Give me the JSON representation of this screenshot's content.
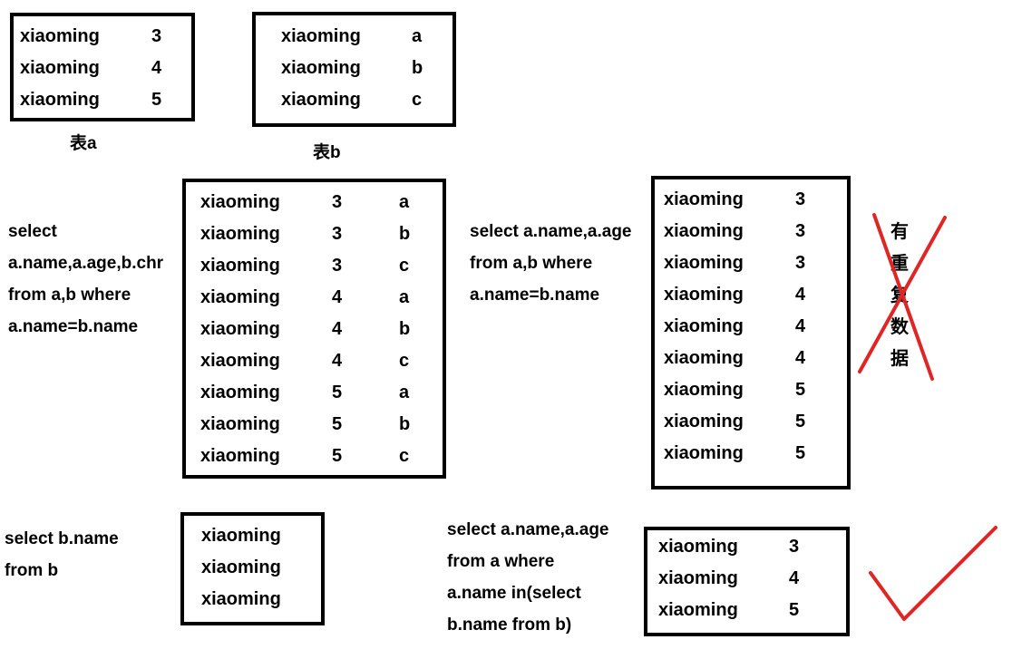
{
  "tables": [
    {
      "id": "table-a",
      "rows": [
        [
          "xiaoming",
          "3"
        ],
        [
          "xiaoming",
          "4"
        ],
        [
          "xiaoming",
          "5"
        ]
      ]
    },
    {
      "id": "table-b",
      "rows": [
        [
          "xiaoming",
          "a"
        ],
        [
          "xiaoming",
          "b"
        ],
        [
          "xiaoming",
          "c"
        ]
      ]
    },
    {
      "id": "cartesian-result",
      "rows": [
        [
          "xiaoming",
          "3",
          "a"
        ],
        [
          "xiaoming",
          "3",
          "b"
        ],
        [
          "xiaoming",
          "3",
          "c"
        ],
        [
          "xiaoming",
          "4",
          "a"
        ],
        [
          "xiaoming",
          "4",
          "b"
        ],
        [
          "xiaoming",
          "4",
          "c"
        ],
        [
          "xiaoming",
          "5",
          "a"
        ],
        [
          "xiaoming",
          "5",
          "b"
        ],
        [
          "xiaoming",
          "5",
          "c"
        ]
      ]
    },
    {
      "id": "join-result",
      "rows": [
        [
          "xiaoming",
          "3"
        ],
        [
          "xiaoming",
          "3"
        ],
        [
          "xiaoming",
          "3"
        ],
        [
          "xiaoming",
          "4"
        ],
        [
          "xiaoming",
          "4"
        ],
        [
          "xiaoming",
          "4"
        ],
        [
          "xiaoming",
          "5"
        ],
        [
          "xiaoming",
          "5"
        ],
        [
          "xiaoming",
          "5"
        ]
      ]
    },
    {
      "id": "b-name-result",
      "rows": [
        [
          "xiaoming"
        ],
        [
          "xiaoming"
        ],
        [
          "xiaoming"
        ]
      ]
    },
    {
      "id": "in-subquery-result",
      "rows": [
        [
          "xiaoming",
          "3"
        ],
        [
          "xiaoming",
          "4"
        ],
        [
          "xiaoming",
          "5"
        ]
      ]
    }
  ],
  "captions": {
    "table_a": "表a",
    "table_b": "表b"
  },
  "sql": {
    "cartesian": [
      "select",
      "a.name,a.age,b.chr",
      "from a,b where",
      "a.name=b.name"
    ],
    "join": [
      "select a.name,a.age",
      "from a,b where",
      "a.name=b.name"
    ],
    "b_name": [
      "select b.name",
      "from b"
    ],
    "in_subquery": [
      "select a.name,a.age",
      "from a where",
      "a.name in(select",
      "b.name from b)"
    ]
  },
  "duplicate_note": [
    "有",
    "重",
    "复",
    "数",
    "据"
  ],
  "colors": {
    "mark": "#e02525",
    "border": "#000000"
  }
}
